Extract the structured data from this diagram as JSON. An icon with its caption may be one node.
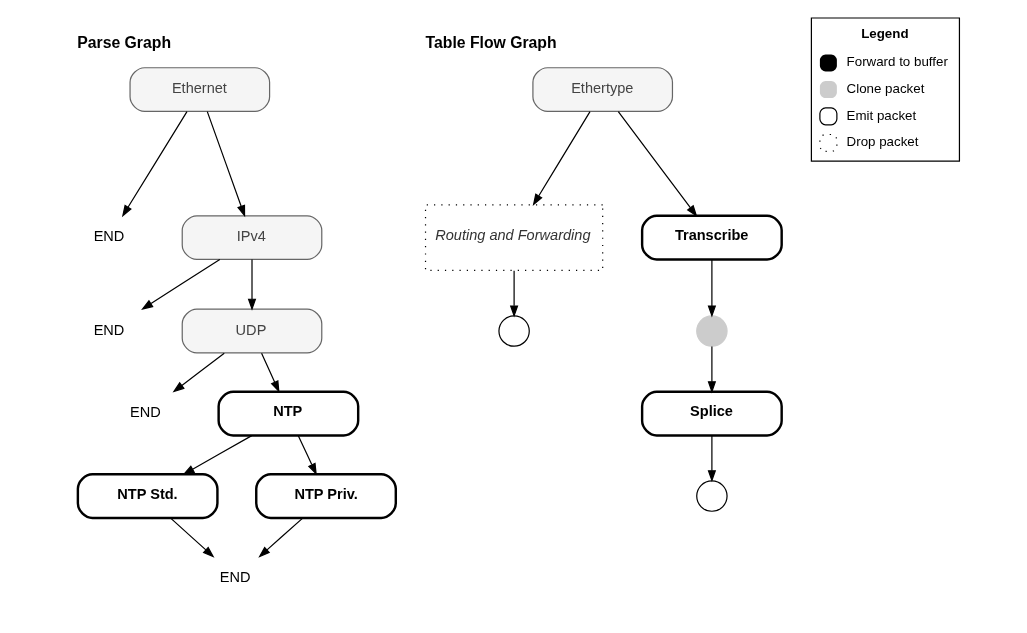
{
  "diagram": {
    "nodes": [
      {
        "text": [
          "Ethernet"
        ]
      },
      {
        "text": [
          "END"
        ]
      },
      {
        "text": [
          "IPv4"
        ]
      },
      {
        "text": [
          "END"
        ]
      },
      {
        "text": [
          "UDP"
        ]
      },
      {
        "text": [
          "END"
        ]
      },
      {
        "text": [
          "NTP"
        ]
      },
      {
        "text": [
          "NTP Std."
        ]
      },
      {
        "text": [
          "NTP Priv."
        ]
      },
      {
        "text": [
          "END"
        ]
      },
      {
        "text": [
          "Ethertype"
        ]
      },
      {
        "text": [
          "Routing and Forwarding"
        ]
      },
      {
        "text": [
          "Transcribe"
        ]
      },
      {
        "text": [],
        "shape": "circle"
      },
      {
        "text": [],
        "shape": "circle"
      },
      {
        "text": [
          "Splice"
        ]
      },
      {
        "text": [],
        "shape": "circle"
      }
    ],
    "edges": [
      {
        "from": 0,
        "to": 2,
        "arrow": "to"
      },
      {
        "from": 0,
        "to": 1,
        "arrow": "to"
      },
      {
        "from": 2,
        "to": 4,
        "arrow": "to"
      },
      {
        "from": 2,
        "to": 3,
        "arrow": "to"
      },
      {
        "from": 4,
        "to": 6,
        "arrow": "to"
      },
      {
        "from": 4,
        "to": 5,
        "arrow": "to"
      },
      {
        "from": 6,
        "to": 7,
        "arrow": "to"
      },
      {
        "from": 6,
        "to": 8,
        "arrow": "to"
      },
      {
        "from": 7,
        "to": 9,
        "arrow": "to"
      },
      {
        "from": 8,
        "to": 9,
        "arrow": "to"
      },
      {
        "from": 10,
        "to": 11,
        "arrow": "to"
      },
      {
        "from": 10,
        "to": 12,
        "arrow": "to"
      },
      {
        "from": 11,
        "to": 13,
        "arrow": "to"
      },
      {
        "from": 12,
        "to": 14,
        "arrow": "to"
      },
      {
        "from": 14,
        "to": 15,
        "arrow": "to"
      },
      {
        "from": 15,
        "to": 16,
        "arrow": "to"
      }
    ],
    "labels": [
      "Parse Graph",
      "Table Flow Graph",
      "Legend"
    ],
    "legend": [
      {
        "text": "Forward to buffer",
        "color": "#000000"
      },
      {
        "text": "Clone packet",
        "color": "#cccccc"
      },
      {
        "text": "Emit packet"
      },
      {
        "text": "Drop packet"
      }
    ]
  }
}
